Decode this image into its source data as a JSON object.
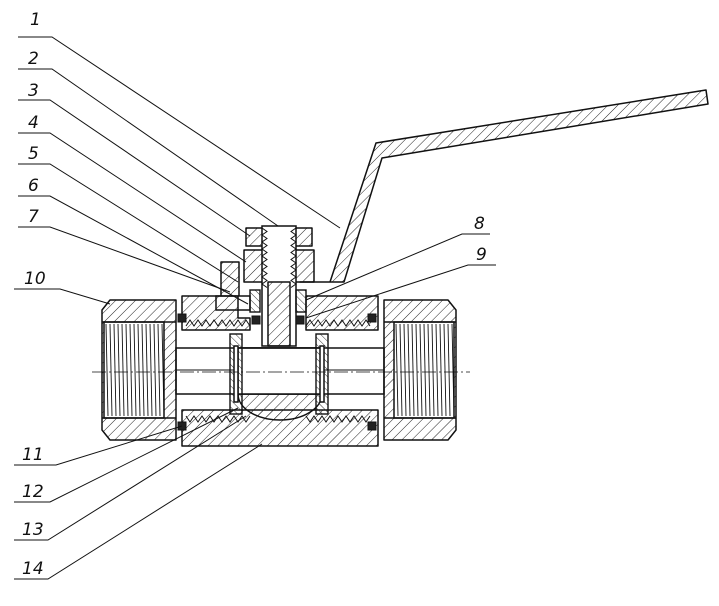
{
  "title": "",
  "callouts_left": [
    "1",
    "2",
    "3",
    "4",
    "5",
    "6",
    "7",
    "10",
    "11",
    "12",
    "13",
    "14"
  ],
  "callouts_right": [
    "8",
    "9"
  ],
  "colors": {
    "line": "#111111",
    "background": "#ffffff"
  }
}
